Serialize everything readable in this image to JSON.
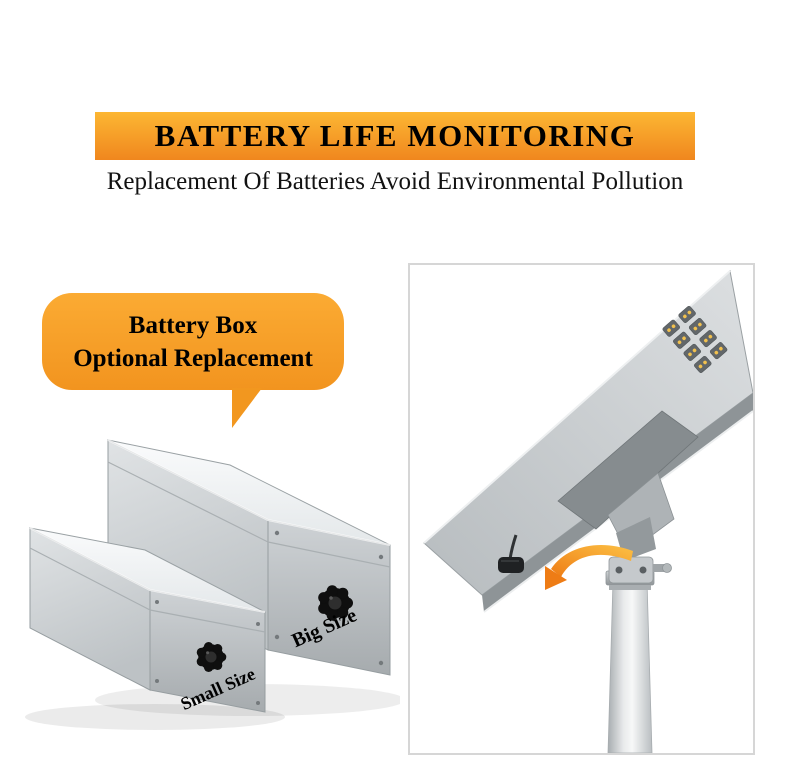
{
  "banner": {
    "title": "BATTERY LIFE MONITORING"
  },
  "subtitle": {
    "text": "Replacement Of Batteries Avoid Environmental Pollution"
  },
  "callout": {
    "line1": "Battery Box",
    "line2": "Optional Replacement"
  },
  "battery_boxes": {
    "big_label": "Big Size",
    "small_label": "Small Size"
  },
  "colors": {
    "banner_orange_top": "#fcb733",
    "banner_orange_bottom": "#f0871e",
    "callout_orange": "#f2971f",
    "arrow_orange_light": "#fcc145",
    "arrow_orange_dark": "#ee7c15",
    "text_black": "#111111",
    "photo_frame_border": "#d6d6d6",
    "box_metal_light": "#f0f2f4",
    "box_metal_mid": "#c9cdd0",
    "box_metal_dark": "#aab0b3"
  },
  "graphics": {
    "street_light": "solar-street-light-underside-photo",
    "battery_boxes": "two-metal-battery-boxes",
    "arrow": "curved-arrow-pointing-left",
    "knob": "black-star-knob"
  }
}
